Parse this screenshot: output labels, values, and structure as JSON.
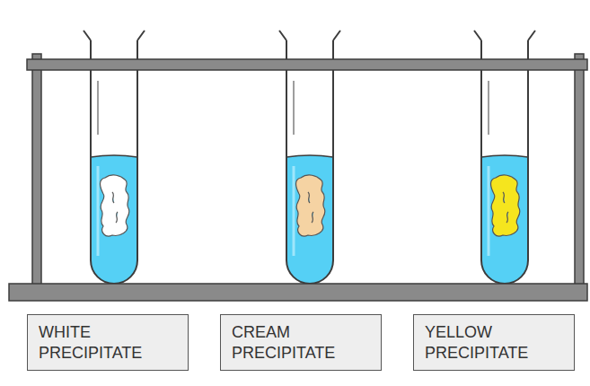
{
  "diagram": {
    "nodes": [
      {
        "text": [
          "WHITE PRECIPITATE"
        ]
      },
      {
        "text": [
          "CREAM PRECIPITATE"
        ]
      },
      {
        "text": [
          "YELLOW PRECIPITATE"
        ]
      }
    ]
  }
}
